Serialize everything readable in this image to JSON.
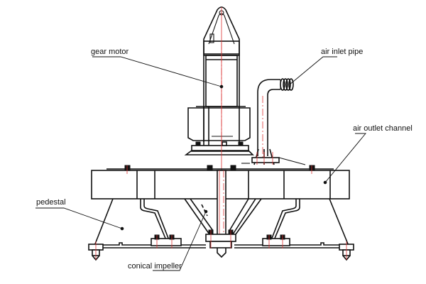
{
  "diagram": {
    "title": "Submersible aerator cross-section",
    "labels": {
      "gear_motor": "gear motor",
      "air_inlet_pipe": "air inlet pipe",
      "air_outlet_channel": "air outlet channel",
      "pedestal": "pedestal",
      "conical_impeller": "conical impeller"
    },
    "colors": {
      "line": "#111111",
      "centerline": "#dd3333",
      "background": "#ffffff"
    }
  }
}
